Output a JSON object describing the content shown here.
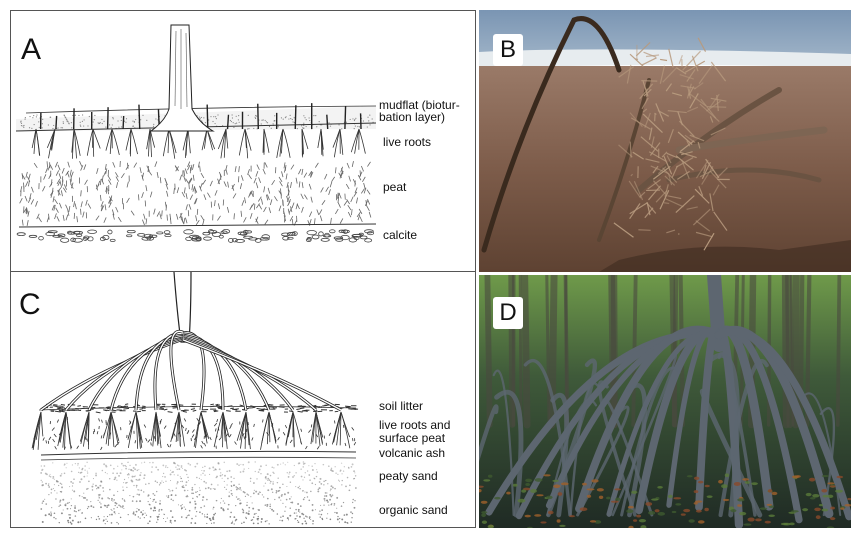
{
  "panels": {
    "a": {
      "letter": "A",
      "labels": {
        "mudflat": "mudflat (biotur-",
        "mudflat2": "bation layer)",
        "live_roots": "live roots",
        "peat": "peat",
        "calcite": "calcite"
      }
    },
    "b": {
      "letter": "B"
    },
    "c": {
      "letter": "C",
      "labels": {
        "soil_litter": "soil litter",
        "live_roots": "live roots and",
        "surface_peat": "surface peat",
        "volcanic_ash": "volcanic ash",
        "peaty_sand": "peaty sand",
        "organic_sand": "organic sand"
      }
    },
    "d": {
      "letter": "D"
    }
  }
}
